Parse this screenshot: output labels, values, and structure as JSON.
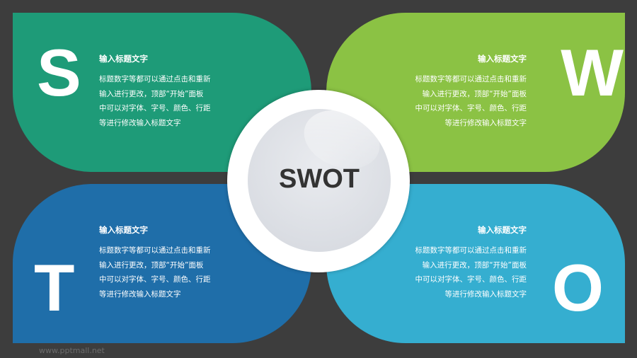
{
  "center": {
    "label": "SWOT"
  },
  "quadrants": [
    {
      "letter": "S",
      "color": "#1e9b78",
      "title": "输入标题文字",
      "body": "标题数字等都可以通过点击和重新\n输入进行更改，顶部“开始”面板\n中可以对字体、字号、颜色、行距\n等进行修改输入标题文字"
    },
    {
      "letter": "W",
      "color": "#8bc244",
      "title": "输入标题文字",
      "body": "标题数字等都可以通过点击和重新\n输入进行更改，顶部“开始”面板\n中可以对字体、字号、颜色、行距\n等进行修改输入标题文字"
    },
    {
      "letter": "T",
      "color": "#1f6ea9",
      "title": "输入标题文字",
      "body": "标题数字等都可以通过点击和重新\n输入进行更改，顶部“开始”面板\n中可以对字体、字号、颜色、行距\n等进行修改输入标题文字"
    },
    {
      "letter": "O",
      "color": "#35aed0",
      "title": "输入标题文字",
      "body": "标题数字等都可以通过点击和重新\n输入进行更改，顶部“开始”面板\n中可以对字体、字号、颜色、行距\n等进行修改输入标题文字"
    }
  ],
  "watermark": "www.pptmall.net"
}
